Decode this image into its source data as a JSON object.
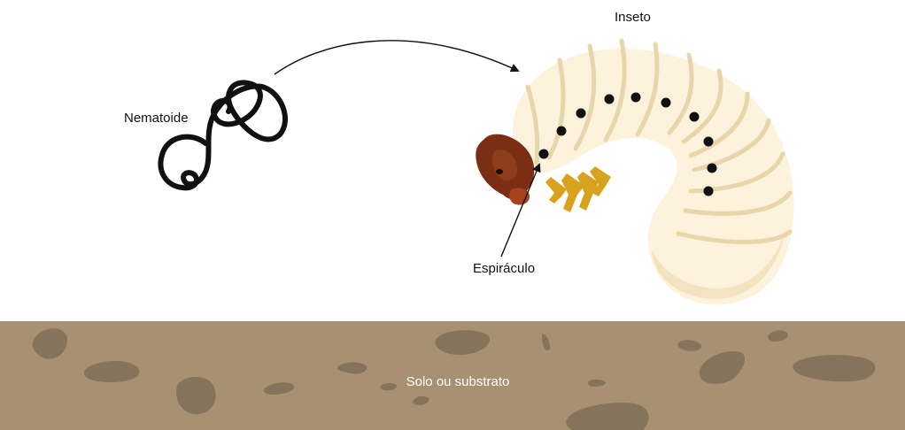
{
  "labels": {
    "nematode": "Nematoide",
    "insect": "Inseto",
    "spiracle": "Espiráculo",
    "soil": "Solo ou substrato"
  },
  "colors": {
    "larva_body": "#fdf2dc",
    "larva_shade": "#f5e2c0",
    "larva_segment_lines": "#e6d6aa",
    "larva_head": "#7a2f14",
    "larva_legs": "#d9a21c",
    "soil": "#a89072",
    "soil_stones": "#85735b",
    "nematode": "#111111"
  }
}
